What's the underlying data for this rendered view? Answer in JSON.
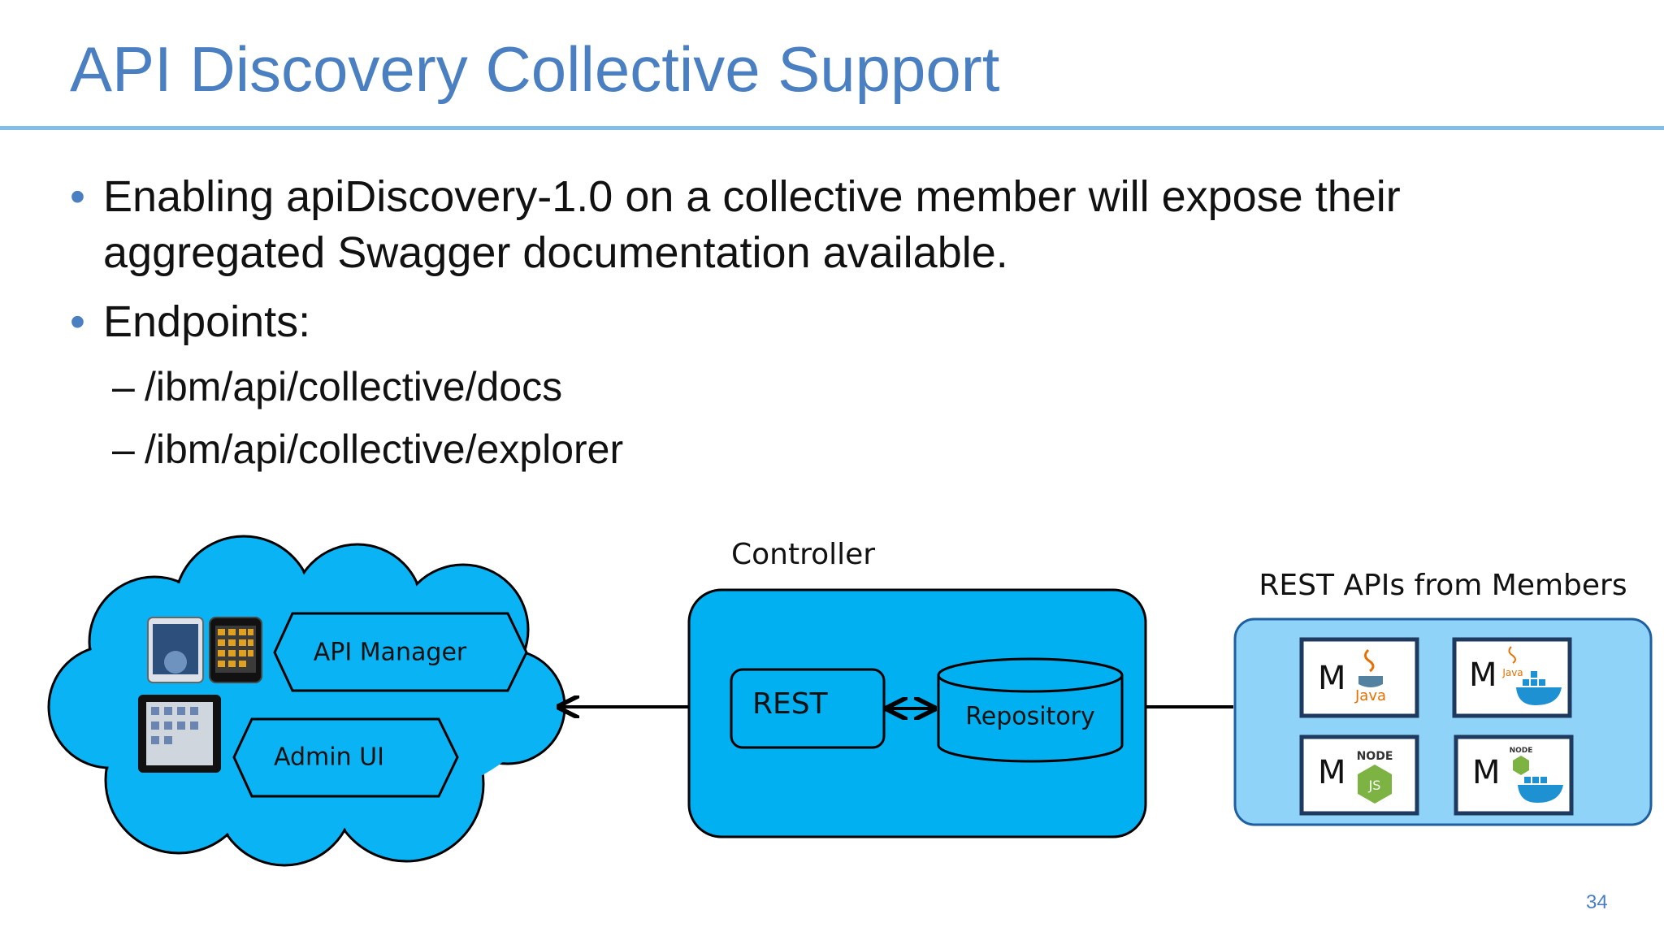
{
  "slide": {
    "title": "API Discovery Collective Support",
    "page_number": "34",
    "bullets": [
      "Enabling apiDiscovery-1.0 on a collective member will expose their aggregated Swagger documentation available.",
      "Endpoints:"
    ],
    "sub_bullets": [
      "/ibm/api/collective/docs",
      "/ibm/api/collective/explorer"
    ]
  },
  "diagram": {
    "cloud": {
      "api_manager_label": "API Manager",
      "admin_ui_label": "Admin UI"
    },
    "controller": {
      "title": "Controller",
      "rest_label": "REST",
      "repository_label": "Repository"
    },
    "members": {
      "title": "REST APIs from Members",
      "member_letter": "M",
      "items": [
        {
          "logo": "java-logo",
          "logo_text": "Java"
        },
        {
          "logo": "java-docker-logo",
          "logo_text": "Java"
        },
        {
          "logo": "nodejs-logo",
          "logo_text": "NODE"
        },
        {
          "logo": "nodejs-docker-logo",
          "logo_text": "NODE"
        }
      ]
    },
    "colors": {
      "cloud_fill": "#0ab4f4",
      "controller_fill": "#00b0f0",
      "members_panel_fill": "#8fd3f8",
      "member_box_border": "#1f3a5f",
      "title_blue": "#4a7fc1",
      "rule_blue": "#82bde8"
    }
  }
}
